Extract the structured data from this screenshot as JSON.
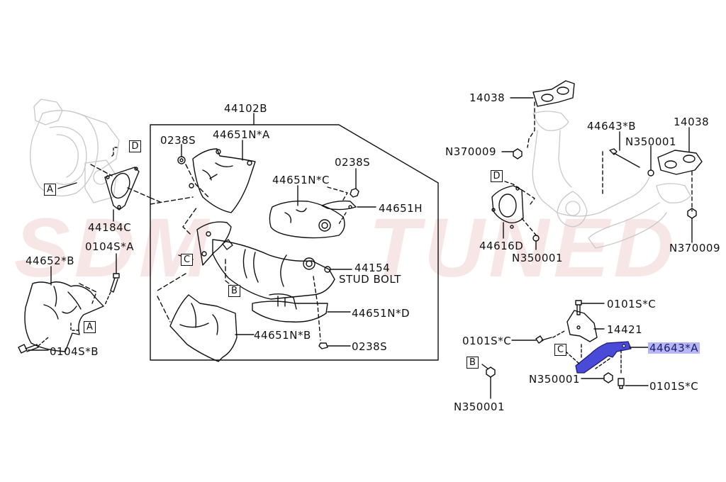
{
  "watermark": {
    "left": "SDM",
    "right": "TUNED"
  },
  "colors": {
    "line": "#111111",
    "ghost": "#c8c8c8",
    "highlight_fill": "#b7b7f5",
    "highlight_part": "#4a4ad8",
    "watermark": "#f2d6d6"
  },
  "labels": {
    "p44102B": "44102B",
    "p44651NA": "44651N*A",
    "p0238S_1": "0238S",
    "p0238S_2": "0238S",
    "p0238S_3": "0238S",
    "p44651NC": "44651N*C",
    "p44651H": "44651H",
    "p44154": "44154",
    "stud_bolt": "STUD BOLT",
    "p44651ND": "44651N*D",
    "p44651NB": "44651N*B",
    "p44184C": "44184C",
    "p0104SA": "0104S*A",
    "p44652B": "44652*B",
    "p0104SB": "0104S*B",
    "p14038_1": "14038",
    "p14038_2": "14038",
    "p44643B": "44643*B",
    "pN350001_1": "N350001",
    "pN370009_1": "N370009",
    "pN370009_2": "N370009",
    "p44616D": "44616D",
    "pN350001_2": "N350001",
    "p0101SC_1": "0101S*C",
    "p14421": "14421",
    "p0101SC_2": "0101S*C",
    "p44643A": "44643*A",
    "pN350001_3": "N350001",
    "p0101SC_3": "0101S*C",
    "pN350001_4": "N350001"
  },
  "refs": {
    "A1": "A",
    "A2": "A",
    "B1": "B",
    "B2": "B",
    "C1": "C",
    "C2": "C",
    "D1": "D",
    "D2": "D"
  },
  "highlighted_part": "44643*A"
}
